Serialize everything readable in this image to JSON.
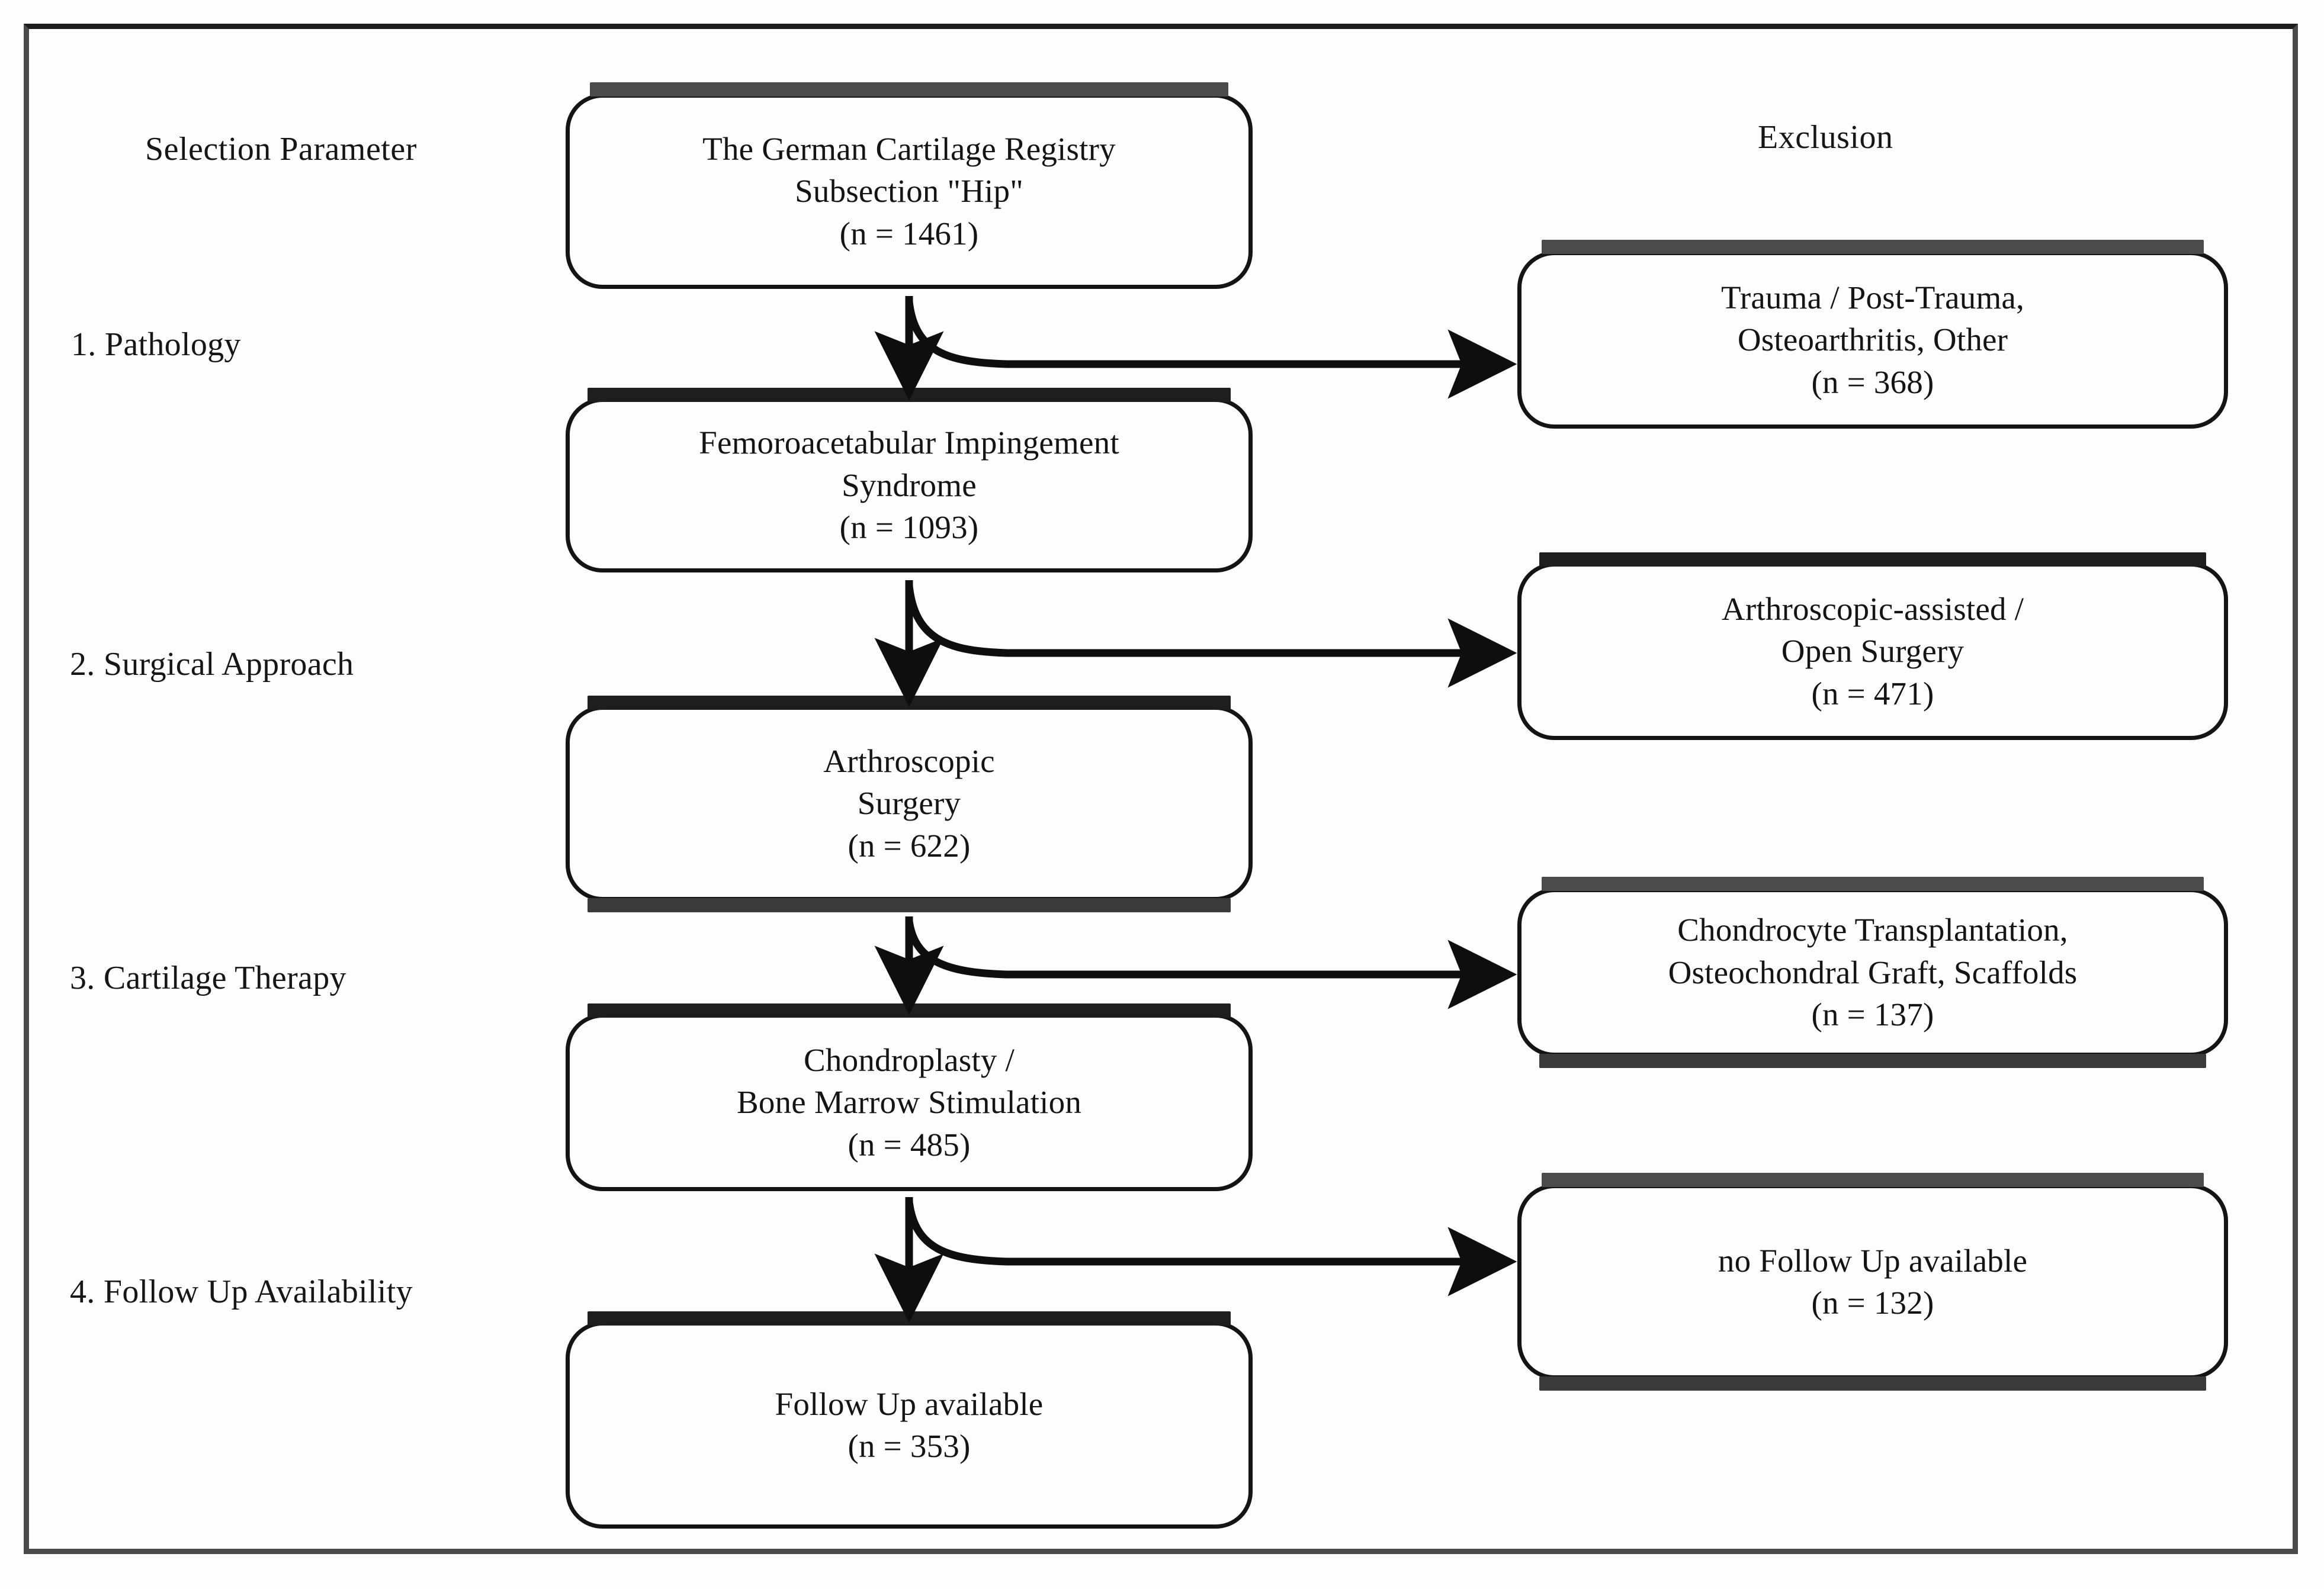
{
  "figure": {
    "columns": {
      "selection_header": "Selection Parameter",
      "exclusion_header": "Exclusion"
    },
    "stage_labels": [
      "1. Pathology",
      "2. Surgical Approach",
      "3. Cartilage Therapy",
      "4. Follow Up Availability"
    ],
    "flow_nodes": [
      {
        "id": "registry",
        "line1": "The German Cartilage Registry",
        "line2": "Subsection \"Hip\"",
        "count_label": "(n = 1461)",
        "n": 1461,
        "text": "The German Cartilage Registry\nSubsection \"Hip\"\n(n = 1461)"
      },
      {
        "id": "fai",
        "line1": "Femoroacetabular Impingement",
        "line2": "Syndrome",
        "count_label": "(n = 1093)",
        "n": 1093,
        "text": "Femoroacetabular Impingement\nSyndrome\n(n = 1093)"
      },
      {
        "id": "arthroscopic",
        "line1": "Arthroscopic",
        "line2": "Surgery",
        "count_label": "(n = 622)",
        "n": 622,
        "text": "Arthroscopic\nSurgery\n(n = 622)"
      },
      {
        "id": "chondroplasty",
        "line1": "Chondroplasty /",
        "line2": "Bone Marrow Stimulation",
        "count_label": "(n = 485)",
        "n": 485,
        "text": "Chondroplasty /\nBone Marrow Stimulation\n(n = 485)"
      },
      {
        "id": "followup",
        "line1": "Follow Up available",
        "line2": "",
        "count_label": "(n = 353)",
        "n": 353,
        "text": "Follow Up available\n(n = 353)"
      }
    ],
    "exclusion_nodes": [
      {
        "id": "ex-pathology",
        "line1": "Trauma / Post-Trauma,",
        "line2": "Osteoarthritis, Other",
        "count_label": "(n = 368)",
        "n": 368,
        "text": "Trauma / Post-Trauma,\nOsteoarthritis, Other\n(n = 368)"
      },
      {
        "id": "ex-approach",
        "line1": "Arthroscopic-assisted /",
        "line2": "Open Surgery",
        "count_label": "(n = 471)",
        "n": 471,
        "text": "Arthroscopic-assisted /\nOpen Surgery\n(n = 471)"
      },
      {
        "id": "ex-therapy",
        "line1": "Chondrocyte Transplantation,",
        "line2": "Osteochondral Graft, Scaffolds",
        "count_label": "(n = 137)",
        "n": 137,
        "text": "Chondrocyte Transplantation,\nOsteochondral Graft, Scaffolds\n(n = 137)"
      },
      {
        "id": "ex-followup",
        "line1": "no Follow Up available",
        "line2": "",
        "count_label": "(n = 132)",
        "n": 132,
        "text": "no Follow Up available\n(n = 132)"
      }
    ],
    "colors": {
      "stroke": "#141414",
      "shadow_bar": "#4b4b4b",
      "frame": "#4a4a4a",
      "background": "#fdfdfd"
    }
  }
}
